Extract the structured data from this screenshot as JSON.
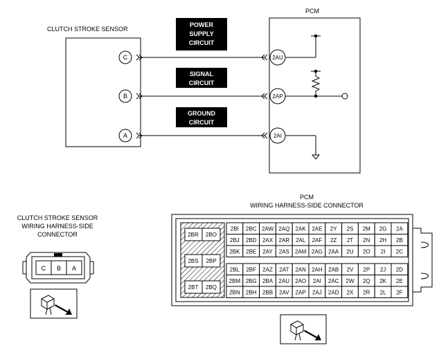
{
  "top": {
    "sensor_title": "CLUTCH STROKE SENSOR",
    "pcm_title": "PCM",
    "pins_sensor": [
      "C",
      "B",
      "A"
    ],
    "pins_pcm": [
      "2AU",
      "2AP",
      "2AI"
    ],
    "circuits": [
      [
        "POWER",
        "SUPPLY",
        "CIRCUIT"
      ],
      [
        "SIGNAL",
        "CIRCUIT"
      ],
      [
        "GROUND",
        "CIRCUIT"
      ]
    ]
  },
  "bottom": {
    "sensor_conn_title": [
      "CLUTCH STROKE SENSOR",
      "WIRING HARNESS-SIDE",
      "CONNECTOR"
    ],
    "sensor_conn_pins": [
      "C",
      "B",
      "A"
    ],
    "pcm_conn_title": [
      "PCM",
      "WIRING HARNESS-SIDE CONNECTOR"
    ],
    "hatched_pins": [
      [
        "2BR",
        "2BO"
      ],
      [
        "2BS",
        "2BP"
      ],
      [
        "2BT",
        "2BQ"
      ]
    ],
    "grid_rows": [
      [
        "2BI",
        "2BC",
        "2AW",
        "2AQ",
        "2AK",
        "2AE",
        "2Y",
        "2S",
        "2M",
        "2G",
        "2A"
      ],
      [
        "2BJ",
        "2BD",
        "2AX",
        "2AR",
        "2AL",
        "2AF",
        "2Z",
        "2T",
        "2N",
        "2H",
        "2B"
      ],
      [
        "2BK",
        "2BE",
        "2AY",
        "2AS",
        "2AM",
        "2AG",
        "2AA",
        "2U",
        "2O",
        "2I",
        "2C"
      ],
      [
        "2BL",
        "2BF",
        "2AZ",
        "2AT",
        "2AN",
        "2AH",
        "2AB",
        "2V",
        "2P",
        "2J",
        "2D"
      ],
      [
        "2BM",
        "2BG",
        "2BA",
        "2AU",
        "2AO",
        "2AI",
        "2AC",
        "2W",
        "2Q",
        "2K",
        "2E"
      ],
      [
        "2BN",
        "2BH",
        "2BB",
        "2AV",
        "2AP",
        "2AJ",
        "2AD",
        "2X",
        "2R",
        "2L",
        "2F"
      ]
    ]
  }
}
